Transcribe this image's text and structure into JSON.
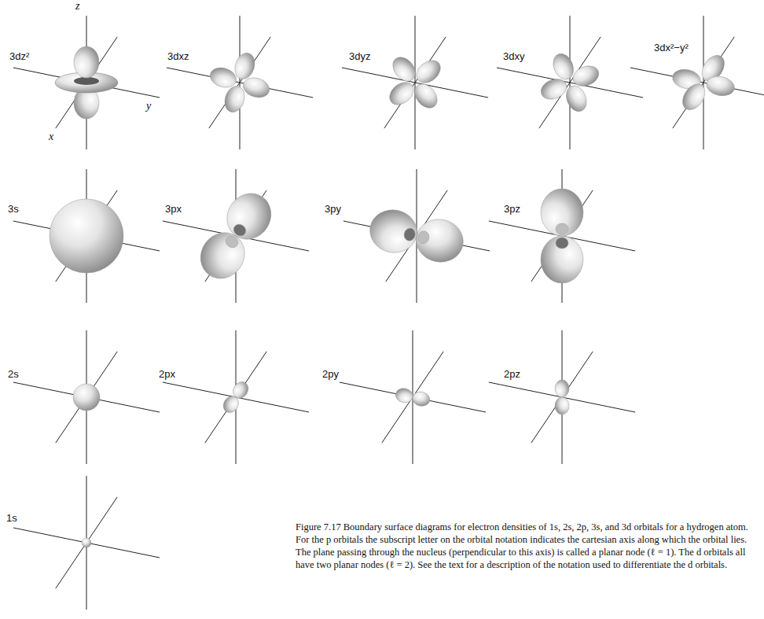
{
  "diagram": {
    "caption": "Figure 7.17 Boundary surface diagrams for electron densities of 1s, 2s, 2p, 3s, and 3d orbitals for a hydrogen atom. For the p orbitals the subscript letter on the orbital notation indicates the cartesian axis along which the orbital lies. The plane passing through the nucleus (perpendicular to this axis) is called a planar node (ℓ = 1). The d orbitals all have two planar nodes (ℓ = 2). See the text for a description of the notation used to differentiate the d orbitals.",
    "labels": [
      "z",
      "3dz²",
      "x",
      "y",
      "3dxz",
      "3dyz",
      "3dxy",
      "3dx²−y²",
      "3s",
      "3px",
      "3py",
      "3pz",
      "2s",
      "2px",
      "2py",
      "2pz",
      "1s"
    ]
  }
}
